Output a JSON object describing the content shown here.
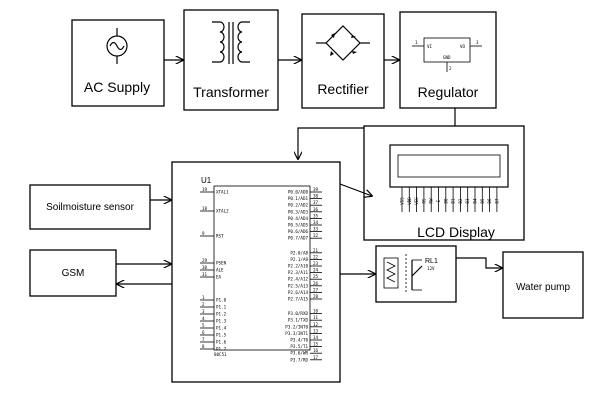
{
  "blocks": {
    "ac_supply": "AC Supply",
    "transformer": "Transformer",
    "rectifier": "Rectifier",
    "regulator": "Regulator",
    "lcd_display": "LCD Display",
    "soil_sensor": "Soilmoisture sensor",
    "gsm": "GSM",
    "water_pump": "Water pump"
  },
  "mcu": {
    "ref": "U1",
    "part": "80C51",
    "left_pins": [
      {
        "num": "19",
        "name": "XTAL1"
      },
      {
        "num": "18",
        "name": "XTAL2"
      },
      {
        "num": "9",
        "name": "RST"
      },
      {
        "num": "29",
        "name": "PSEN"
      },
      {
        "num": "30",
        "name": "ALE"
      },
      {
        "num": "31",
        "name": "EA"
      },
      {
        "num": "1",
        "name": "P1.0"
      },
      {
        "num": "2",
        "name": "P1.1"
      },
      {
        "num": "3",
        "name": "P1.2"
      },
      {
        "num": "4",
        "name": "P1.3"
      },
      {
        "num": "5",
        "name": "P1.4"
      },
      {
        "num": "6",
        "name": "P1.5"
      },
      {
        "num": "7",
        "name": "P1.6"
      },
      {
        "num": "8",
        "name": "P1.7"
      }
    ],
    "right_pins": [
      {
        "num": "39",
        "name": "P0.0/AD0"
      },
      {
        "num": "38",
        "name": "P0.1/AD1"
      },
      {
        "num": "37",
        "name": "P0.2/AD2"
      },
      {
        "num": "36",
        "name": "P0.3/AD3"
      },
      {
        "num": "35",
        "name": "P0.4/AD4"
      },
      {
        "num": "34",
        "name": "P0.5/AD5"
      },
      {
        "num": "33",
        "name": "P0.6/AD6"
      },
      {
        "num": "32",
        "name": "P0.7/AD7"
      },
      {
        "num": "21",
        "name": "P2.0/A8"
      },
      {
        "num": "22",
        "name": "P2.1/A9"
      },
      {
        "num": "23",
        "name": "P2.2/A10"
      },
      {
        "num": "24",
        "name": "P2.3/A11"
      },
      {
        "num": "25",
        "name": "P2.4/A12"
      },
      {
        "num": "26",
        "name": "P2.5/A13"
      },
      {
        "num": "27",
        "name": "P2.6/A14"
      },
      {
        "num": "28",
        "name": "P2.7/A15"
      },
      {
        "num": "10",
        "name": "P3.0/RXD"
      },
      {
        "num": "11",
        "name": "P3.1/TXD"
      },
      {
        "num": "12",
        "name": "P3.2/INT0"
      },
      {
        "num": "13",
        "name": "P3.3/INT1"
      },
      {
        "num": "14",
        "name": "P3.4/T0"
      },
      {
        "num": "15",
        "name": "P3.5/T1"
      },
      {
        "num": "16",
        "name": "P3.6/WR"
      },
      {
        "num": "17",
        "name": "P3.7/RD"
      }
    ]
  },
  "regulator_ic": {
    "vi": "VI",
    "vo": "VO",
    "gnd": "GND",
    "pin1": "1",
    "pin2": "3",
    "pin3": "2"
  },
  "lcd_pins": [
    "VSS",
    "VDD",
    "VEE",
    "RS",
    "RW",
    "E",
    "D0",
    "D1",
    "D2",
    "D3",
    "D4",
    "D5",
    "D6",
    "D7"
  ],
  "relay": {
    "ref": "RL1",
    "voltage": "12V"
  }
}
